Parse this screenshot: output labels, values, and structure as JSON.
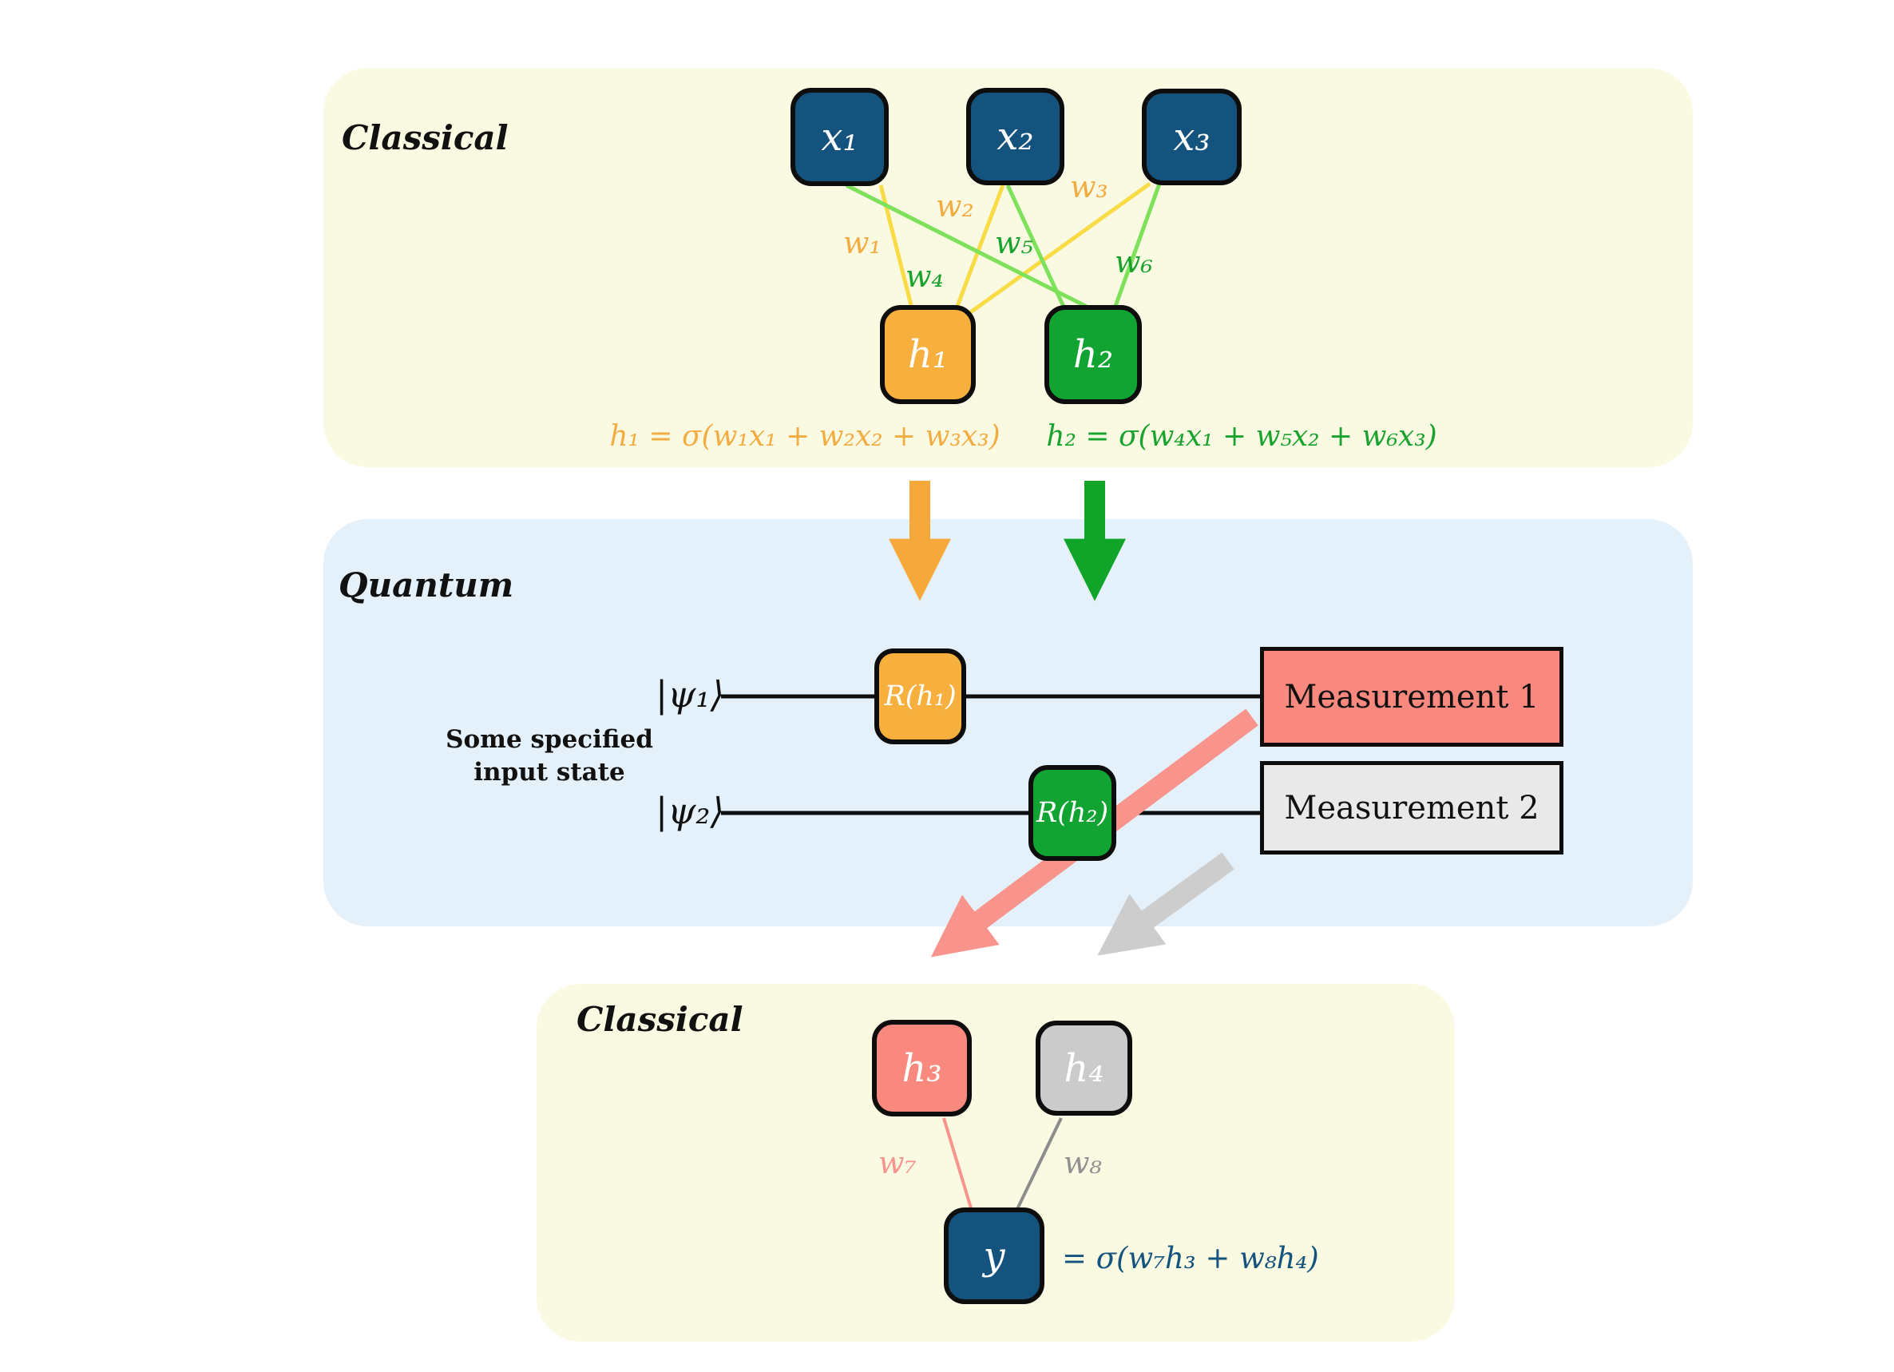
{
  "title": "Hybrid classical-quantum neural network diagram",
  "panels": {
    "top": {
      "label": "Classical"
    },
    "middle": {
      "label": "Quantum"
    },
    "bottom": {
      "label": "Classical"
    }
  },
  "top_network": {
    "inputs": [
      {
        "label": "x₁"
      },
      {
        "label": "x₂"
      },
      {
        "label": "x₃"
      }
    ],
    "hidden": [
      {
        "label": "h₁"
      },
      {
        "label": "h₂"
      }
    ],
    "weight_labels": [
      {
        "label": "w₁"
      },
      {
        "label": "w₂"
      },
      {
        "label": "w₃"
      },
      {
        "label": "w₄"
      },
      {
        "label": "w₅"
      },
      {
        "label": "w₆"
      }
    ],
    "equations": [
      {
        "text": "h₁ = σ(w₁x₁ + w₂x₂ + w₃x₃)"
      },
      {
        "text": "h₂ = σ(w₄x₁ + w₅x₂ + w₆x₃)"
      }
    ]
  },
  "quantum": {
    "note": {
      "line1": "Some specified",
      "line2": "input state"
    },
    "wires": [
      {
        "ket": "|ψ₁⟩",
        "gate": "R(h₁)",
        "measurement": "Measurement 1"
      },
      {
        "ket": "|ψ₂⟩",
        "gate": "R(h₂)",
        "measurement": "Measurement 2"
      }
    ]
  },
  "bottom_network": {
    "hidden": [
      {
        "label": "h₃"
      },
      {
        "label": "h₄"
      }
    ],
    "weight_labels": [
      {
        "label": "w₇"
      },
      {
        "label": "w₈"
      }
    ],
    "output": {
      "label": "y"
    },
    "equation": "= σ(w₇h₃ + w₈h₄)"
  },
  "colors": {
    "panel_yellow": "#FAFAE3",
    "panel_blue": "#E4F1FA",
    "node_blue": "#14537D",
    "node_amber": "#F7AF3E",
    "node_green": "#12A433",
    "node_pink": "#F9897F",
    "node_gray": "#CBCBCB",
    "edge_yellow": "#F8DB45",
    "edge_light_green": "#7DE159",
    "arrow_amber": "#F5A93B",
    "arrow_green": "#10A428",
    "arrow_pink": "#F8948C",
    "arrow_gray": "#CDCDCD"
  }
}
